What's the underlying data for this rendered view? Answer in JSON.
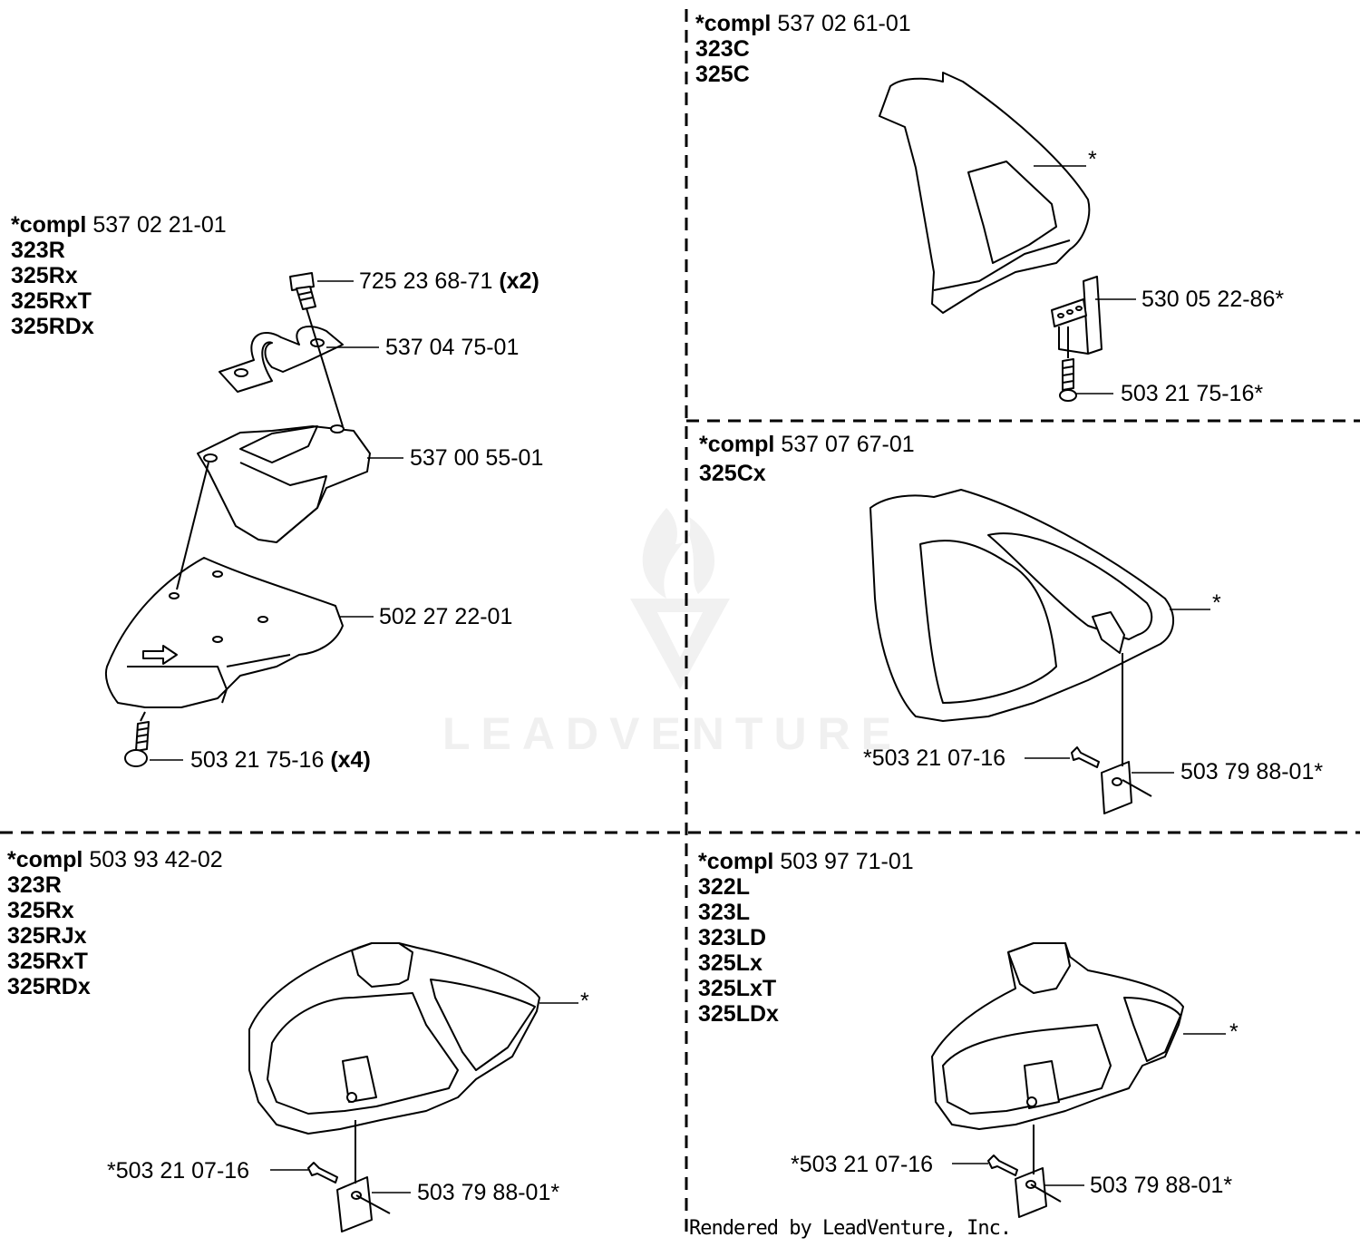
{
  "watermark": {
    "brand": "LEADVENTURE"
  },
  "credit": "Rendered by LeadVenture, Inc.",
  "sections": {
    "left_top": {
      "compl_label": "*compl",
      "compl_number": "537 02 21-01",
      "models": [
        "323R",
        "325Rx",
        "325RxT",
        "325RDx"
      ],
      "callouts": [
        {
          "part": "725 23 68-71",
          "qty": "(x2)"
        },
        {
          "part": "537 04 75-01",
          "qty": ""
        },
        {
          "part": "537 00 55-01",
          "qty": ""
        },
        {
          "part": "502 27 22-01",
          "qty": ""
        },
        {
          "part": "503 21 75-16",
          "qty": "(x4)"
        }
      ]
    },
    "right_top": {
      "compl_label": "*compl",
      "compl_number": "537 02 61-01",
      "models": [
        "323C",
        "325C"
      ],
      "callouts": [
        {
          "part": "*"
        },
        {
          "part": "530 05 22-86*"
        },
        {
          "part": "503 21 75-16*"
        }
      ]
    },
    "right_middle": {
      "compl_label": "*compl",
      "compl_number": "537 07 67-01",
      "models": [
        "325Cx"
      ],
      "callouts": [
        {
          "part": "*"
        },
        {
          "part": "*503 21 07-16"
        },
        {
          "part": "503 79 88-01*"
        }
      ]
    },
    "left_bottom": {
      "compl_label": "*compl",
      "compl_number": "503 93 42-02",
      "models": [
        "323R",
        "325Rx",
        "325RJx",
        "325RxT",
        "325RDx"
      ],
      "callouts": [
        {
          "part": "*"
        },
        {
          "part": "*503 21 07-16"
        },
        {
          "part": "503 79 88-01*"
        }
      ]
    },
    "right_bottom": {
      "compl_label": "*compl",
      "compl_number": "503 97 71-01",
      "models": [
        "322L",
        "323L",
        "323LD",
        "325Lx",
        "325LxT",
        "325LDx"
      ],
      "callouts": [
        {
          "part": "*"
        },
        {
          "part": "*503 21 07-16"
        },
        {
          "part": "503 79 88-01*"
        }
      ]
    }
  }
}
